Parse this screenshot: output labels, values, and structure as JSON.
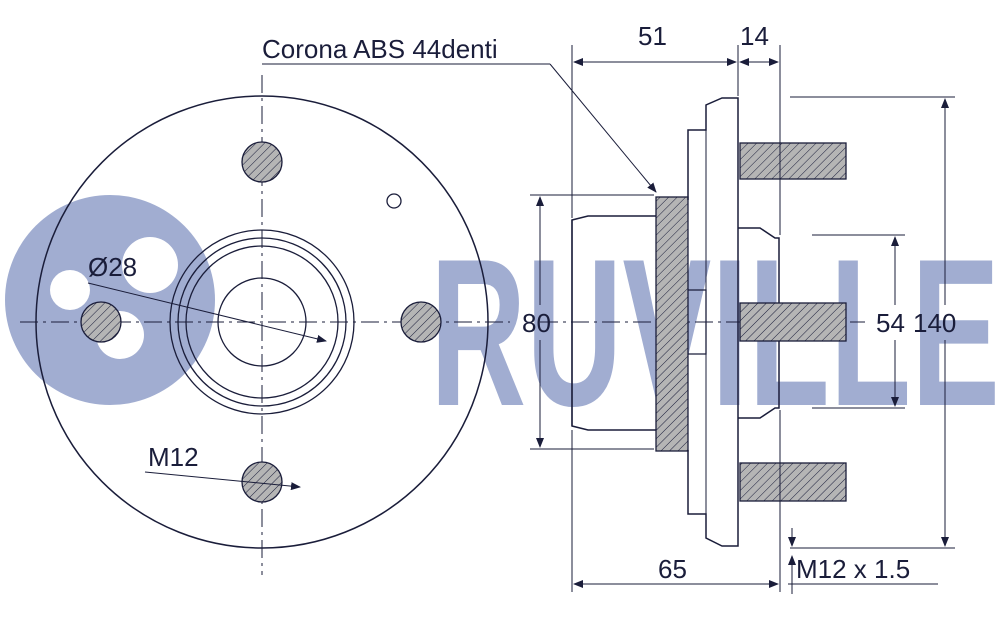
{
  "watermark": {
    "text": "RUVILLE",
    "color": "#9ca9cf"
  },
  "colors": {
    "ink": "#1a1d3a",
    "hatch_fill": "#b5b5b5"
  },
  "labels": {
    "abs_ring": "Corona ABS 44denti",
    "bore_diameter": "Ø28",
    "stud_thread_front": "M12",
    "flange_height": "80",
    "dim_top_left": "51",
    "dim_top_right": "14",
    "pitch_circle": "54",
    "overall_height": "140",
    "overall_length": "65",
    "stud_thread_side": "M12 x 1.5"
  }
}
